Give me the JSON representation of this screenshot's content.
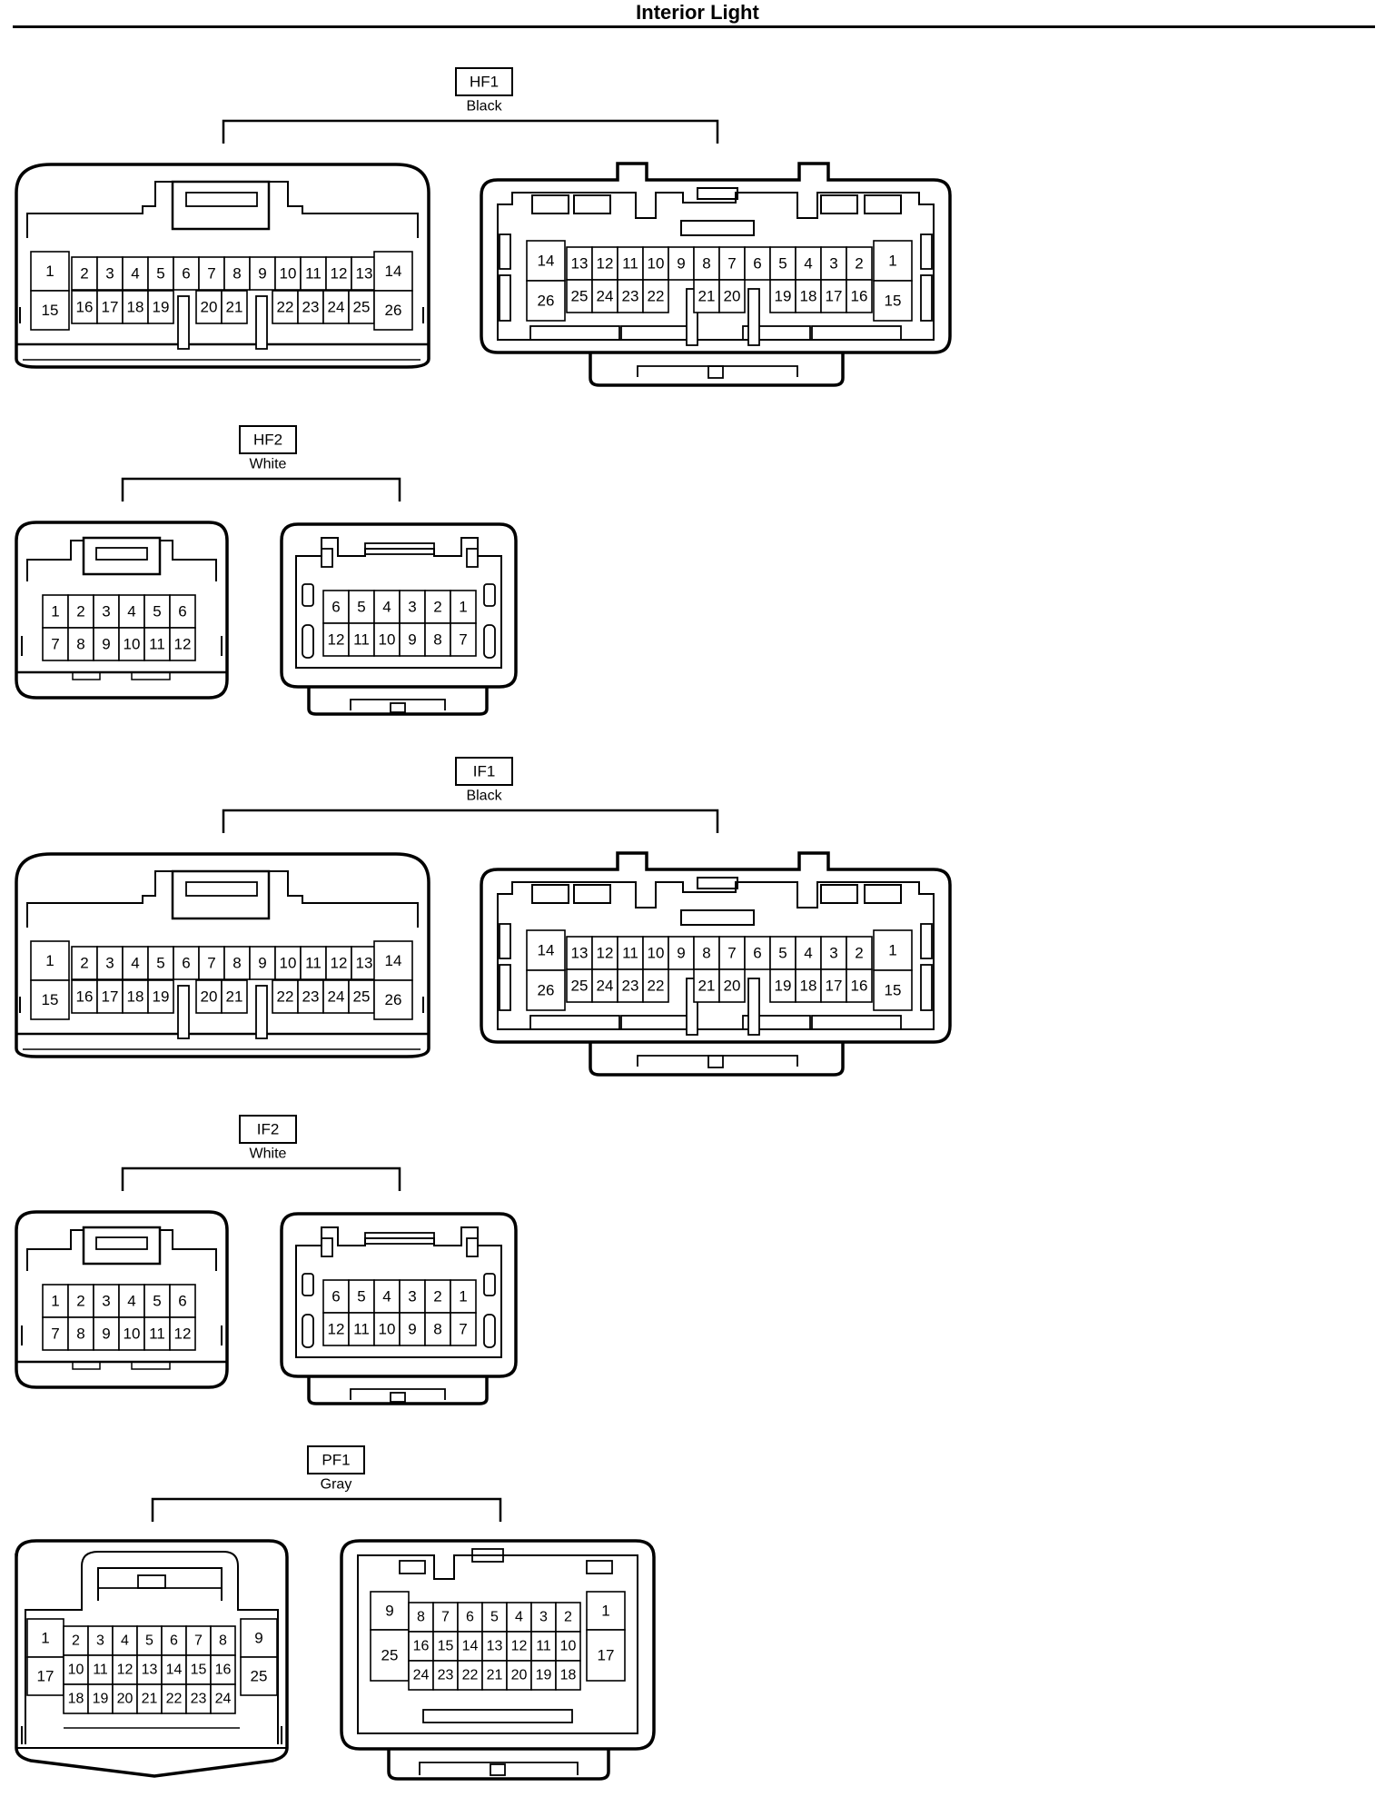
{
  "title": "Interior Light",
  "connectors": [
    {
      "id": "HF1",
      "color": "Black",
      "left_view": {
        "top_row": [
          "1",
          "2",
          "3",
          "4",
          "5",
          "6",
          "7",
          "8",
          "9",
          "10",
          "11",
          "12",
          "13",
          "14"
        ],
        "bottom_row": [
          "15",
          "16",
          "17",
          "18",
          "19",
          "20",
          "21",
          "22",
          "23",
          "24",
          "25",
          "26"
        ]
      },
      "right_view": {
        "top_row": [
          "14",
          "13",
          "12",
          "11",
          "10",
          "9",
          "8",
          "7",
          "6",
          "5",
          "4",
          "3",
          "2",
          "1"
        ],
        "bottom_row": [
          "26",
          "25",
          "24",
          "23",
          "22",
          "21",
          "20",
          "19",
          "18",
          "17",
          "16",
          "15"
        ]
      }
    },
    {
      "id": "HF2",
      "color": "White",
      "left_view": {
        "top_row": [
          "1",
          "2",
          "3",
          "4",
          "5",
          "6"
        ],
        "bottom_row": [
          "7",
          "8",
          "9",
          "10",
          "11",
          "12"
        ]
      },
      "right_view": {
        "top_row": [
          "6",
          "5",
          "4",
          "3",
          "2",
          "1"
        ],
        "bottom_row": [
          "12",
          "11",
          "10",
          "9",
          "8",
          "7"
        ]
      }
    },
    {
      "id": "IF1",
      "color": "Black",
      "left_view": {
        "top_row": [
          "1",
          "2",
          "3",
          "4",
          "5",
          "6",
          "7",
          "8",
          "9",
          "10",
          "11",
          "12",
          "13",
          "14"
        ],
        "bottom_row": [
          "15",
          "16",
          "17",
          "18",
          "19",
          "20",
          "21",
          "22",
          "23",
          "24",
          "25",
          "26"
        ]
      },
      "right_view": {
        "top_row": [
          "14",
          "13",
          "12",
          "11",
          "10",
          "9",
          "8",
          "7",
          "6",
          "5",
          "4",
          "3",
          "2",
          "1"
        ],
        "bottom_row": [
          "26",
          "25",
          "24",
          "23",
          "22",
          "21",
          "20",
          "19",
          "18",
          "17",
          "16",
          "15"
        ]
      }
    },
    {
      "id": "IF2",
      "color": "White",
      "left_view": {
        "top_row": [
          "1",
          "2",
          "3",
          "4",
          "5",
          "6"
        ],
        "bottom_row": [
          "7",
          "8",
          "9",
          "10",
          "11",
          "12"
        ]
      },
      "right_view": {
        "top_row": [
          "6",
          "5",
          "4",
          "3",
          "2",
          "1"
        ],
        "bottom_row": [
          "12",
          "11",
          "10",
          "9",
          "8",
          "7"
        ]
      }
    },
    {
      "id": "PF1",
      "color": "Gray",
      "left_view": {
        "side_left": [
          "1",
          "17"
        ],
        "row1": [
          "2",
          "3",
          "4",
          "5",
          "6",
          "7",
          "8"
        ],
        "row2": [
          "10",
          "11",
          "12",
          "13",
          "14",
          "15",
          "16"
        ],
        "row3": [
          "18",
          "19",
          "20",
          "21",
          "22",
          "23",
          "24"
        ],
        "side_right": [
          "9",
          "25"
        ]
      },
      "right_view": {
        "side_left": [
          "9",
          "25"
        ],
        "row1": [
          "8",
          "7",
          "6",
          "5",
          "4",
          "3",
          "2"
        ],
        "row2": [
          "16",
          "15",
          "14",
          "13",
          "12",
          "11",
          "10"
        ],
        "row3": [
          "24",
          "23",
          "22",
          "21",
          "20",
          "19",
          "18"
        ],
        "side_right": [
          "1",
          "17"
        ]
      }
    }
  ]
}
